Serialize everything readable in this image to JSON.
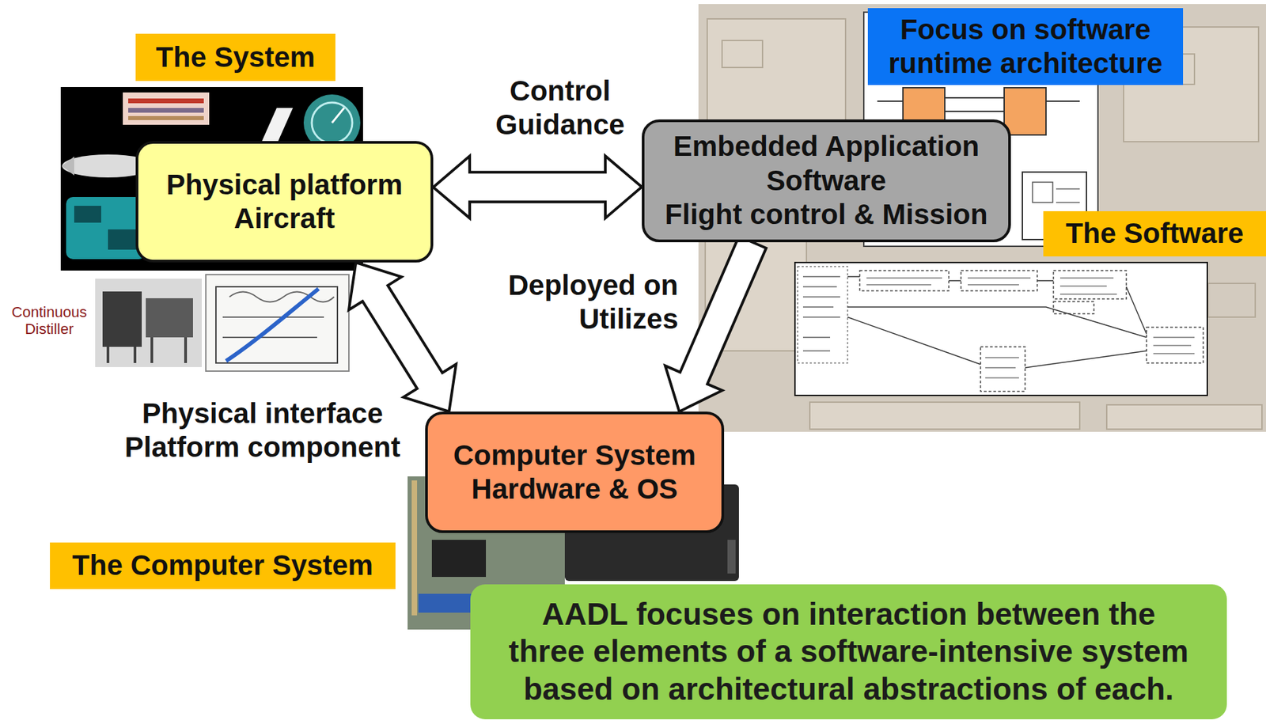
{
  "diagram": {
    "nodes": [
      {
        "text": [
          "The System"
        ]
      },
      {
        "text": [
          "Focus on software runtime architecture"
        ]
      },
      {
        "text": [
          "Physical platform Aircraft"
        ]
      },
      {
        "text": [
          "Embedded Application Software Flight control & Mission"
        ]
      },
      {
        "text": [
          "The Software"
        ]
      },
      {
        "text": [
          "Computer System Hardware & OS"
        ]
      },
      {
        "text": [
          "The Computer System"
        ]
      },
      {
        "text": [
          "AADL focuses on interaction between the three elements of a software-intensive system based on architectural abstractions of each."
        ]
      }
    ],
    "edges": [
      {
        "from": 2,
        "to": 3,
        "label": "Control Guidance",
        "arrow": "both"
      },
      {
        "from": 3,
        "to": 5,
        "label": "Deployed on Utilizes",
        "arrow": "to"
      },
      {
        "from": 2,
        "to": 5,
        "label": "Physical interface Platform component",
        "arrow": "both"
      }
    ],
    "labels": [
      "Continuous Distiller"
    ]
  }
}
